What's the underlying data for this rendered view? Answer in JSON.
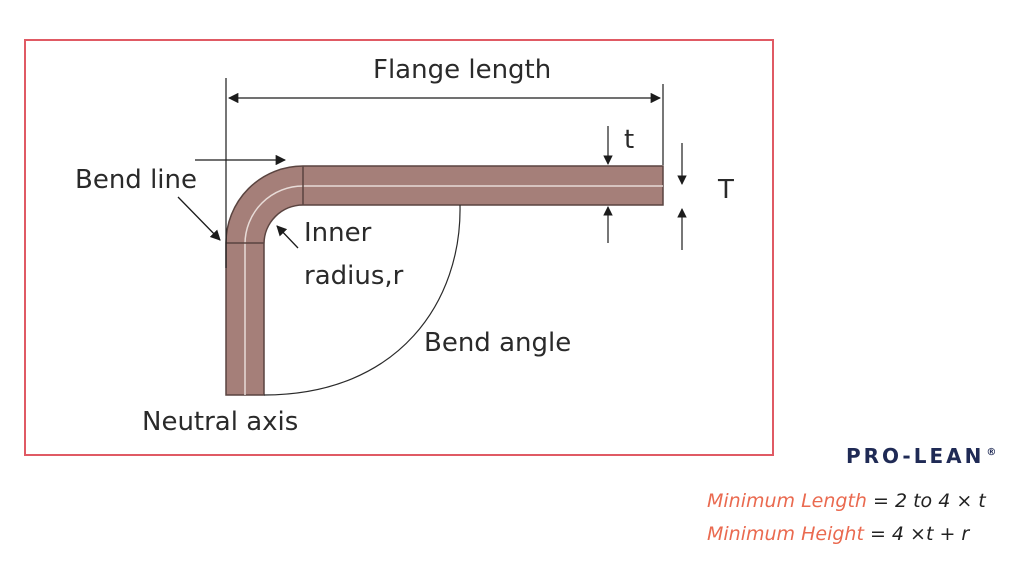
{
  "diagram": {
    "labels": {
      "flange_length": "Flange length",
      "bend_line": "Bend line",
      "inner_radius_line1": "Inner",
      "inner_radius_line2": "radius,r",
      "bend_angle": "Bend angle",
      "neutral_axis": "Neutral axis",
      "t": "t",
      "T": "T"
    },
    "colors": {
      "metal": "#a57f79",
      "frame": "#e05a64",
      "line": "#1c1c1c"
    }
  },
  "brand": {
    "name": "PRO-LEAN",
    "mark": "®"
  },
  "formulas": [
    {
      "term": "Minimum Length",
      "expr": " = 2 to 4 × t"
    },
    {
      "term": "Minimum Height",
      "expr": " = 4 ×t + r"
    }
  ]
}
